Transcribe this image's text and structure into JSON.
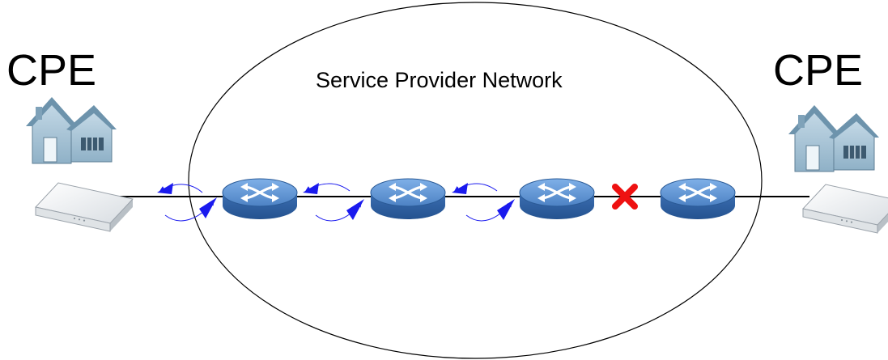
{
  "diagram": {
    "network_label": "Service Provider Network",
    "cpe_left_label": "CPE",
    "cpe_right_label": "CPE",
    "nodes": [
      {
        "name": "house-left",
        "kind": "house-icon"
      },
      {
        "name": "modem-left",
        "kind": "cpe-modem-icon"
      },
      {
        "name": "router-1",
        "kind": "router-icon"
      },
      {
        "name": "router-2",
        "kind": "router-icon"
      },
      {
        "name": "router-3",
        "kind": "router-icon"
      },
      {
        "name": "router-4",
        "kind": "router-icon"
      },
      {
        "name": "modem-right",
        "kind": "cpe-modem-icon"
      },
      {
        "name": "house-right",
        "kind": "house-icon"
      }
    ],
    "link_failure": {
      "between": [
        "router-3",
        "router-4"
      ],
      "marker": "red-x-icon"
    },
    "colors": {
      "router_fill": "#5b8fcf",
      "router_dark": "#2f5f9e",
      "house_fill": "#a9c3d6",
      "arrow": "#1a1aee",
      "failure": "#ee1111",
      "line": "#000000"
    }
  }
}
